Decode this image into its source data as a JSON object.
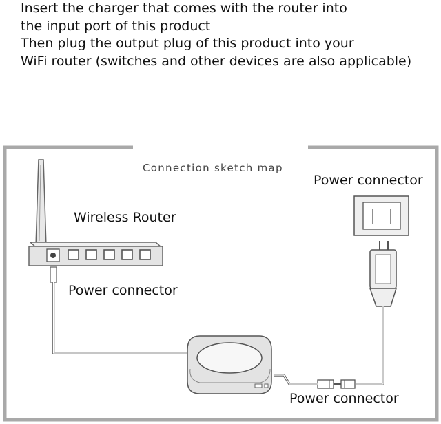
{
  "instructions": [
    "Insert the charger that comes with the router into",
    "the input port of this product",
    "Then plug the output plug of this product into your",
    "WiFi router (switches and other devices are also applicable)"
  ],
  "diagram": {
    "title": "Connection sketch map",
    "labels": {
      "router": "Wireless Router",
      "router_power": "Power connector",
      "wall_power": "Power connector",
      "bottom_power": "Power connector"
    }
  },
  "colors": {
    "frame": "#a9a9a9",
    "line": "#666666",
    "device_fill": "#e6e6e6"
  }
}
